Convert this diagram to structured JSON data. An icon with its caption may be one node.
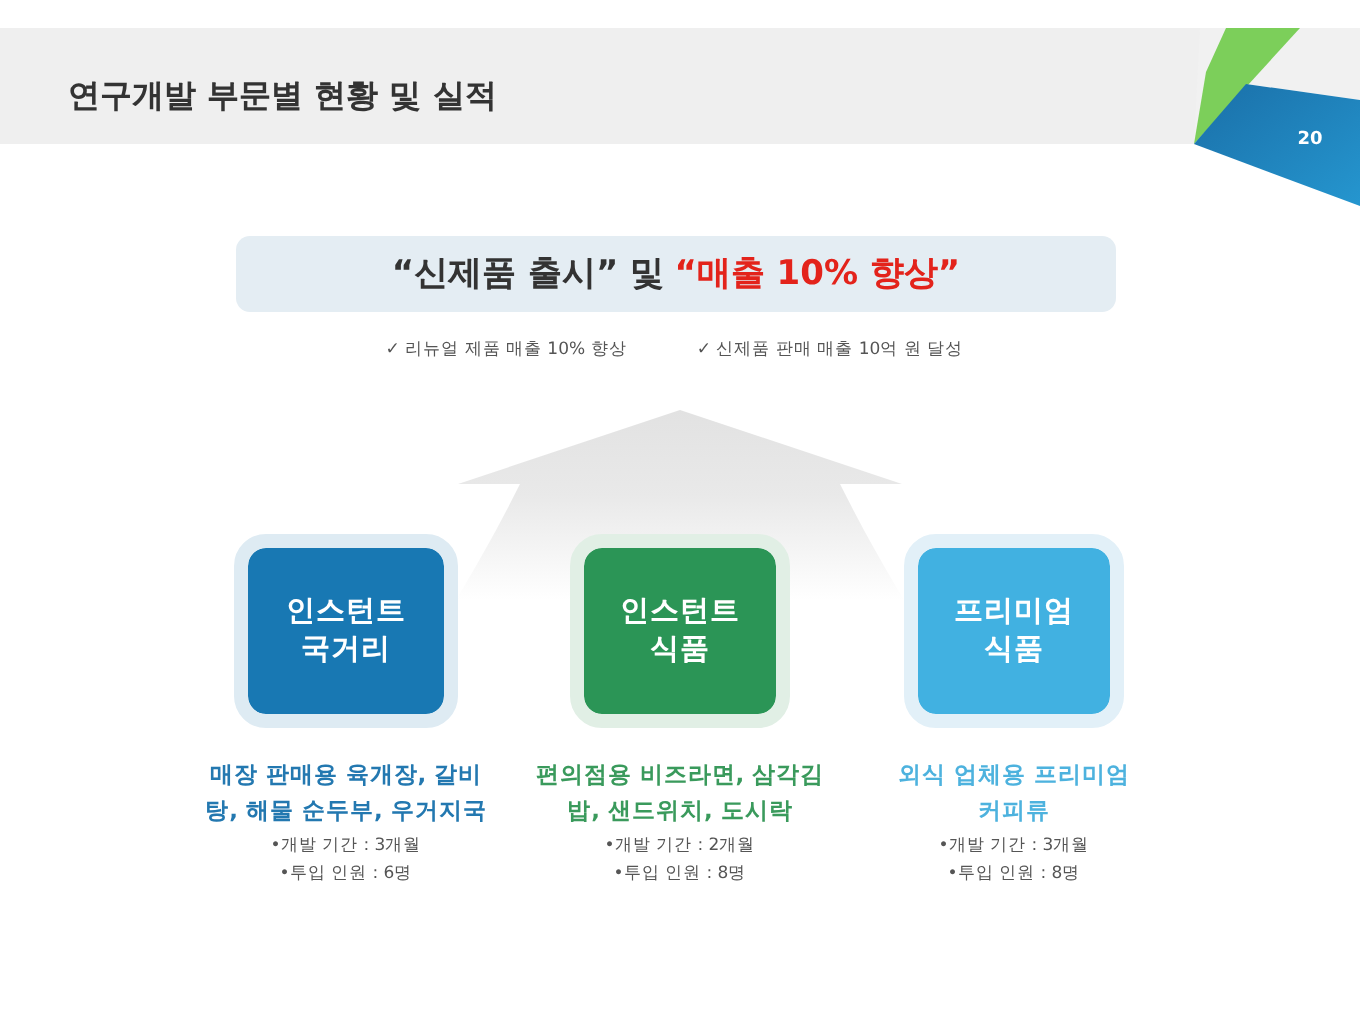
{
  "diagram": {
    "title": "연구개발 부문별 현황 및 실적",
    "nodes": [
      {
        "text": [
          "“신제품 출시” 및",
          "“매출 10% 향상”"
        ]
      },
      {
        "text": [
          "인스턴트 국거리"
        ],
        "beside": [
          "매장 판매용 육개장, 갈비탕, 해물 순두부, 우거지국",
          "•개발 기간 : 3개월",
          "•투입 인원 : 6명"
        ]
      },
      {
        "text": [
          "인스턴트 식품"
        ],
        "beside": [
          "편의점용 비즈라면, 삼각김밥, 샌드위치, 도시락",
          "•개발 기간 : 2개월",
          "•투입 인원 : 8명"
        ]
      },
      {
        "text": [
          "프리미엄 식품"
        ],
        "beside": [
          "외식 업체용 프리미엄 커피류",
          "•개발 기간 : 3개월",
          "•투입 인원 : 8명"
        ]
      }
    ],
    "labels": [
      "20",
      "✓ 리뉴얼 제품 매출 10% 향상",
      "✓ 신제품 판매 매출 10억 원 달성"
    ]
  }
}
